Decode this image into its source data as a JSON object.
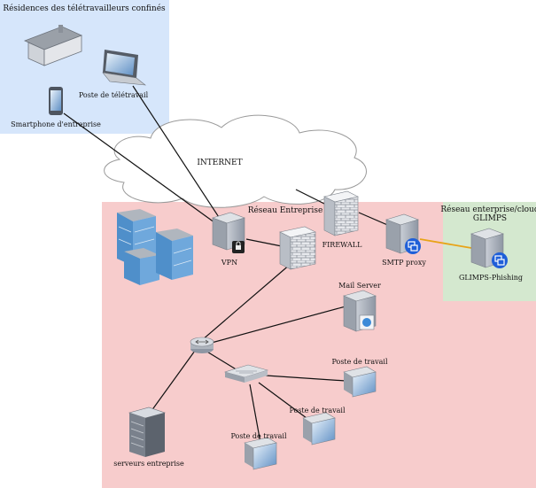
{
  "zones": {
    "home": {
      "title": "Résidences des télétravailleurs confinés",
      "color": "#d6e6fb"
    },
    "enterprise": {
      "title": "Réseau Entreprise",
      "color": "#f7cccc"
    },
    "cloud": {
      "title_line1": "Réseau enterprise/cloud",
      "title_line2": "GLIMPS",
      "color": "#d4e8cf"
    }
  },
  "cloud": {
    "label": "INTERNET"
  },
  "nodes": {
    "laptop": "Poste de télétravail",
    "smartphone": "Smartphone d'entreprise",
    "vpn": "VPN",
    "firewall": "FIREWALL",
    "smtp": "SMTP proxy",
    "glimps": "GLIMPS-Phishing",
    "mail": "Mail Server",
    "servers": "serveurs entreprise",
    "ws1": "Poste de travail",
    "ws2": "Poste de travail",
    "ws3": "Poste de travail"
  },
  "colors": {
    "link": "#111111",
    "glimps_link": "#e8a317",
    "badge": "#1f5fd8"
  }
}
